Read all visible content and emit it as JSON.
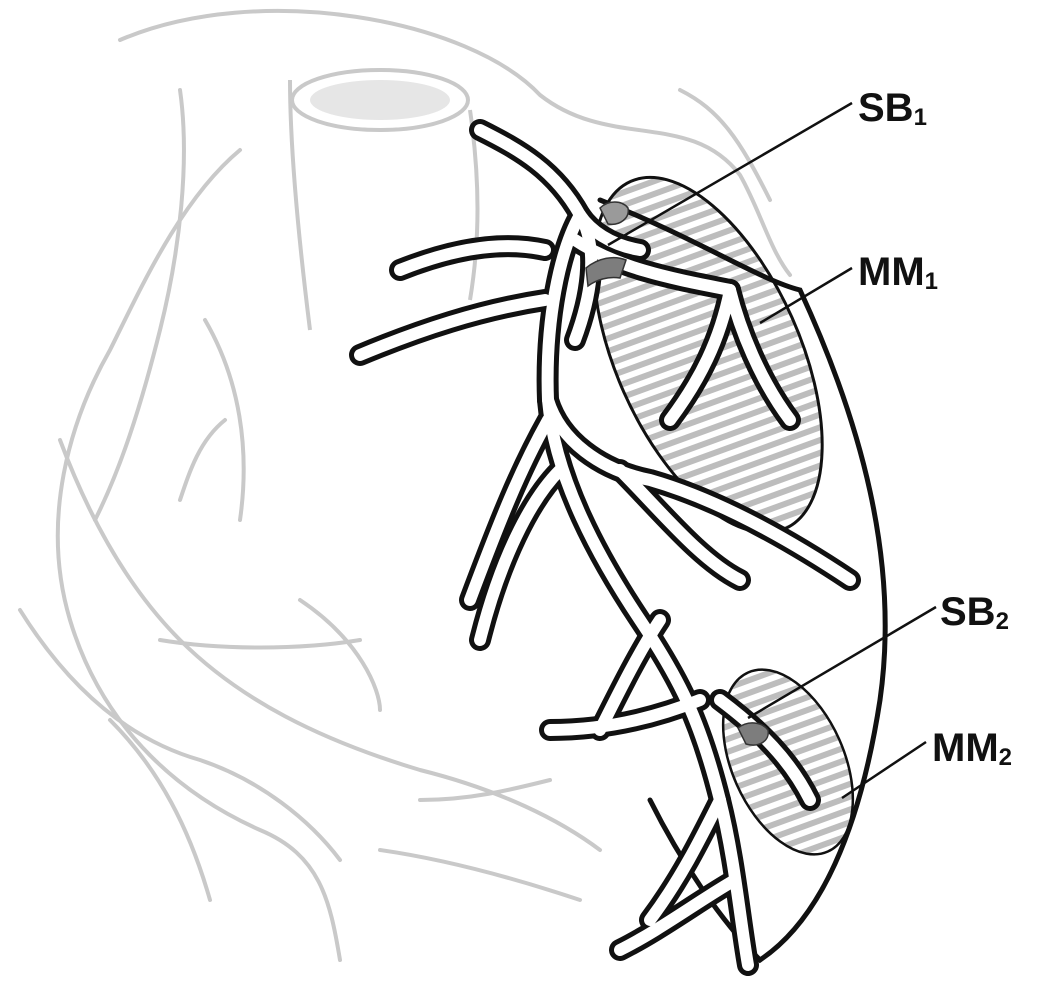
{
  "labels": {
    "sb1": {
      "main": "SB",
      "sub": "1"
    },
    "mm1": {
      "main": "MM",
      "sub": "1"
    },
    "sb2": {
      "main": "SB",
      "sub": "2"
    },
    "mm2": {
      "main": "MM",
      "sub": "2"
    }
  },
  "colors": {
    "vessel_outline": "#111111",
    "heart_outline": "#c9c9c9",
    "territory_fill": "#bdbdbd",
    "lesion": "#7d7d7d",
    "label_text": "#111111"
  }
}
